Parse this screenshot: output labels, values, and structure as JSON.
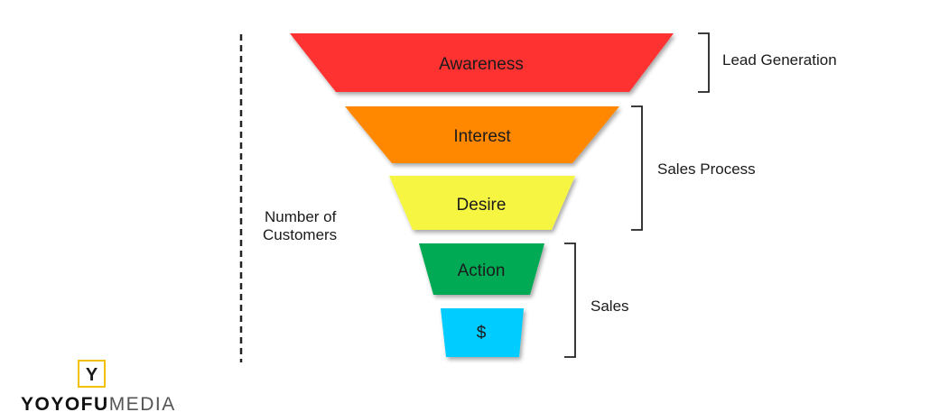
{
  "funnel": {
    "stages": [
      {
        "label": "Awareness",
        "color": "#ff3333"
      },
      {
        "label": "Interest",
        "color": "#ff8800"
      },
      {
        "label": "Desire",
        "color": "#f5f542"
      },
      {
        "label": "Action",
        "color": "#00aa55"
      },
      {
        "label": "$",
        "color": "#00ccff"
      }
    ]
  },
  "axis": {
    "label_line1": "Number of",
    "label_line2": "Customers"
  },
  "groups": {
    "lead": "Lead Generation",
    "process": "Sales Process",
    "sales": "Sales"
  },
  "logo": {
    "mark": "Y",
    "bold": "YOYOFU",
    "light": "MEDIA",
    "accent": "#f2c200"
  }
}
